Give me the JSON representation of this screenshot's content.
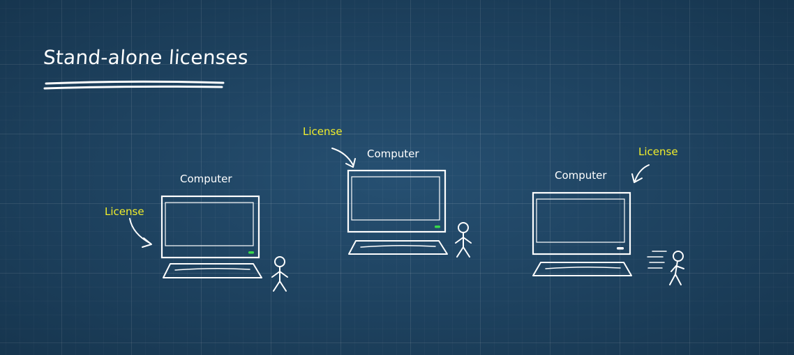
{
  "title": "Stand-alone licenses",
  "stations": [
    {
      "computer_label": "Computer",
      "license_label": "License",
      "led_color": "#37d94a"
    },
    {
      "computer_label": "Computer",
      "license_label": "License",
      "led_color": "#37d94a"
    },
    {
      "computer_label": "Computer",
      "license_label": "License",
      "led_color": "#ffffff"
    }
  ],
  "colors": {
    "background": "#1f4a6d",
    "chalk": "#ffffff",
    "license": "#f1ee2b"
  }
}
